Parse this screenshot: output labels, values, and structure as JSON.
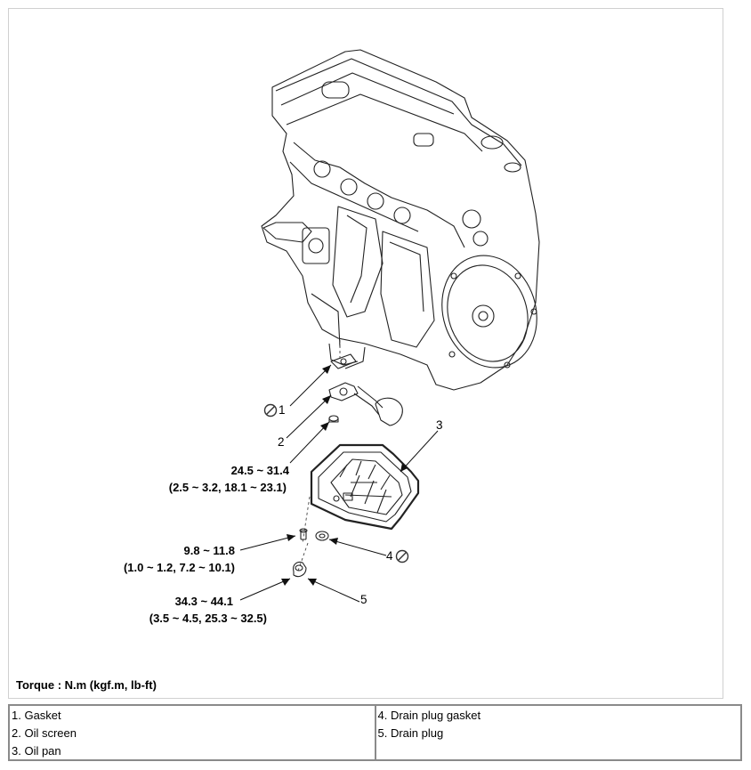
{
  "diagram": {
    "callouts": [
      {
        "id": "1",
        "text": "1",
        "prohibited": true
      },
      {
        "id": "2",
        "text": "2"
      },
      {
        "id": "3",
        "text": "3"
      },
      {
        "id": "4",
        "text": "4",
        "prohibited": true
      },
      {
        "id": "5",
        "text": "5"
      }
    ],
    "torque_specs": [
      {
        "nm": "24.5 ~ 31.4",
        "alt": "(2.5 ~ 3.2, 18.1 ~ 23.1)"
      },
      {
        "nm": "9.8 ~ 11.8",
        "alt": "(1.0 ~ 1.2, 7.2 ~ 10.1)"
      },
      {
        "nm": "34.3 ~ 44.1",
        "alt": "(3.5 ~ 4.5, 25.3 ~ 32.5)"
      }
    ],
    "torque_note": "Torque : N.m (kgf.m, lb-ft)",
    "icons": [
      "engine-block-drawing",
      "gasket-part",
      "oil-screen-part",
      "oil-pan-part",
      "drain-plug-gasket-part",
      "drain-plug-part",
      "do-not-reuse-icon"
    ]
  },
  "parts_table": {
    "left": [
      "1. Gasket",
      "2. Oil screen",
      "3. Oil pan"
    ],
    "right": [
      "4. Drain plug gasket",
      "5. Drain plug"
    ]
  }
}
